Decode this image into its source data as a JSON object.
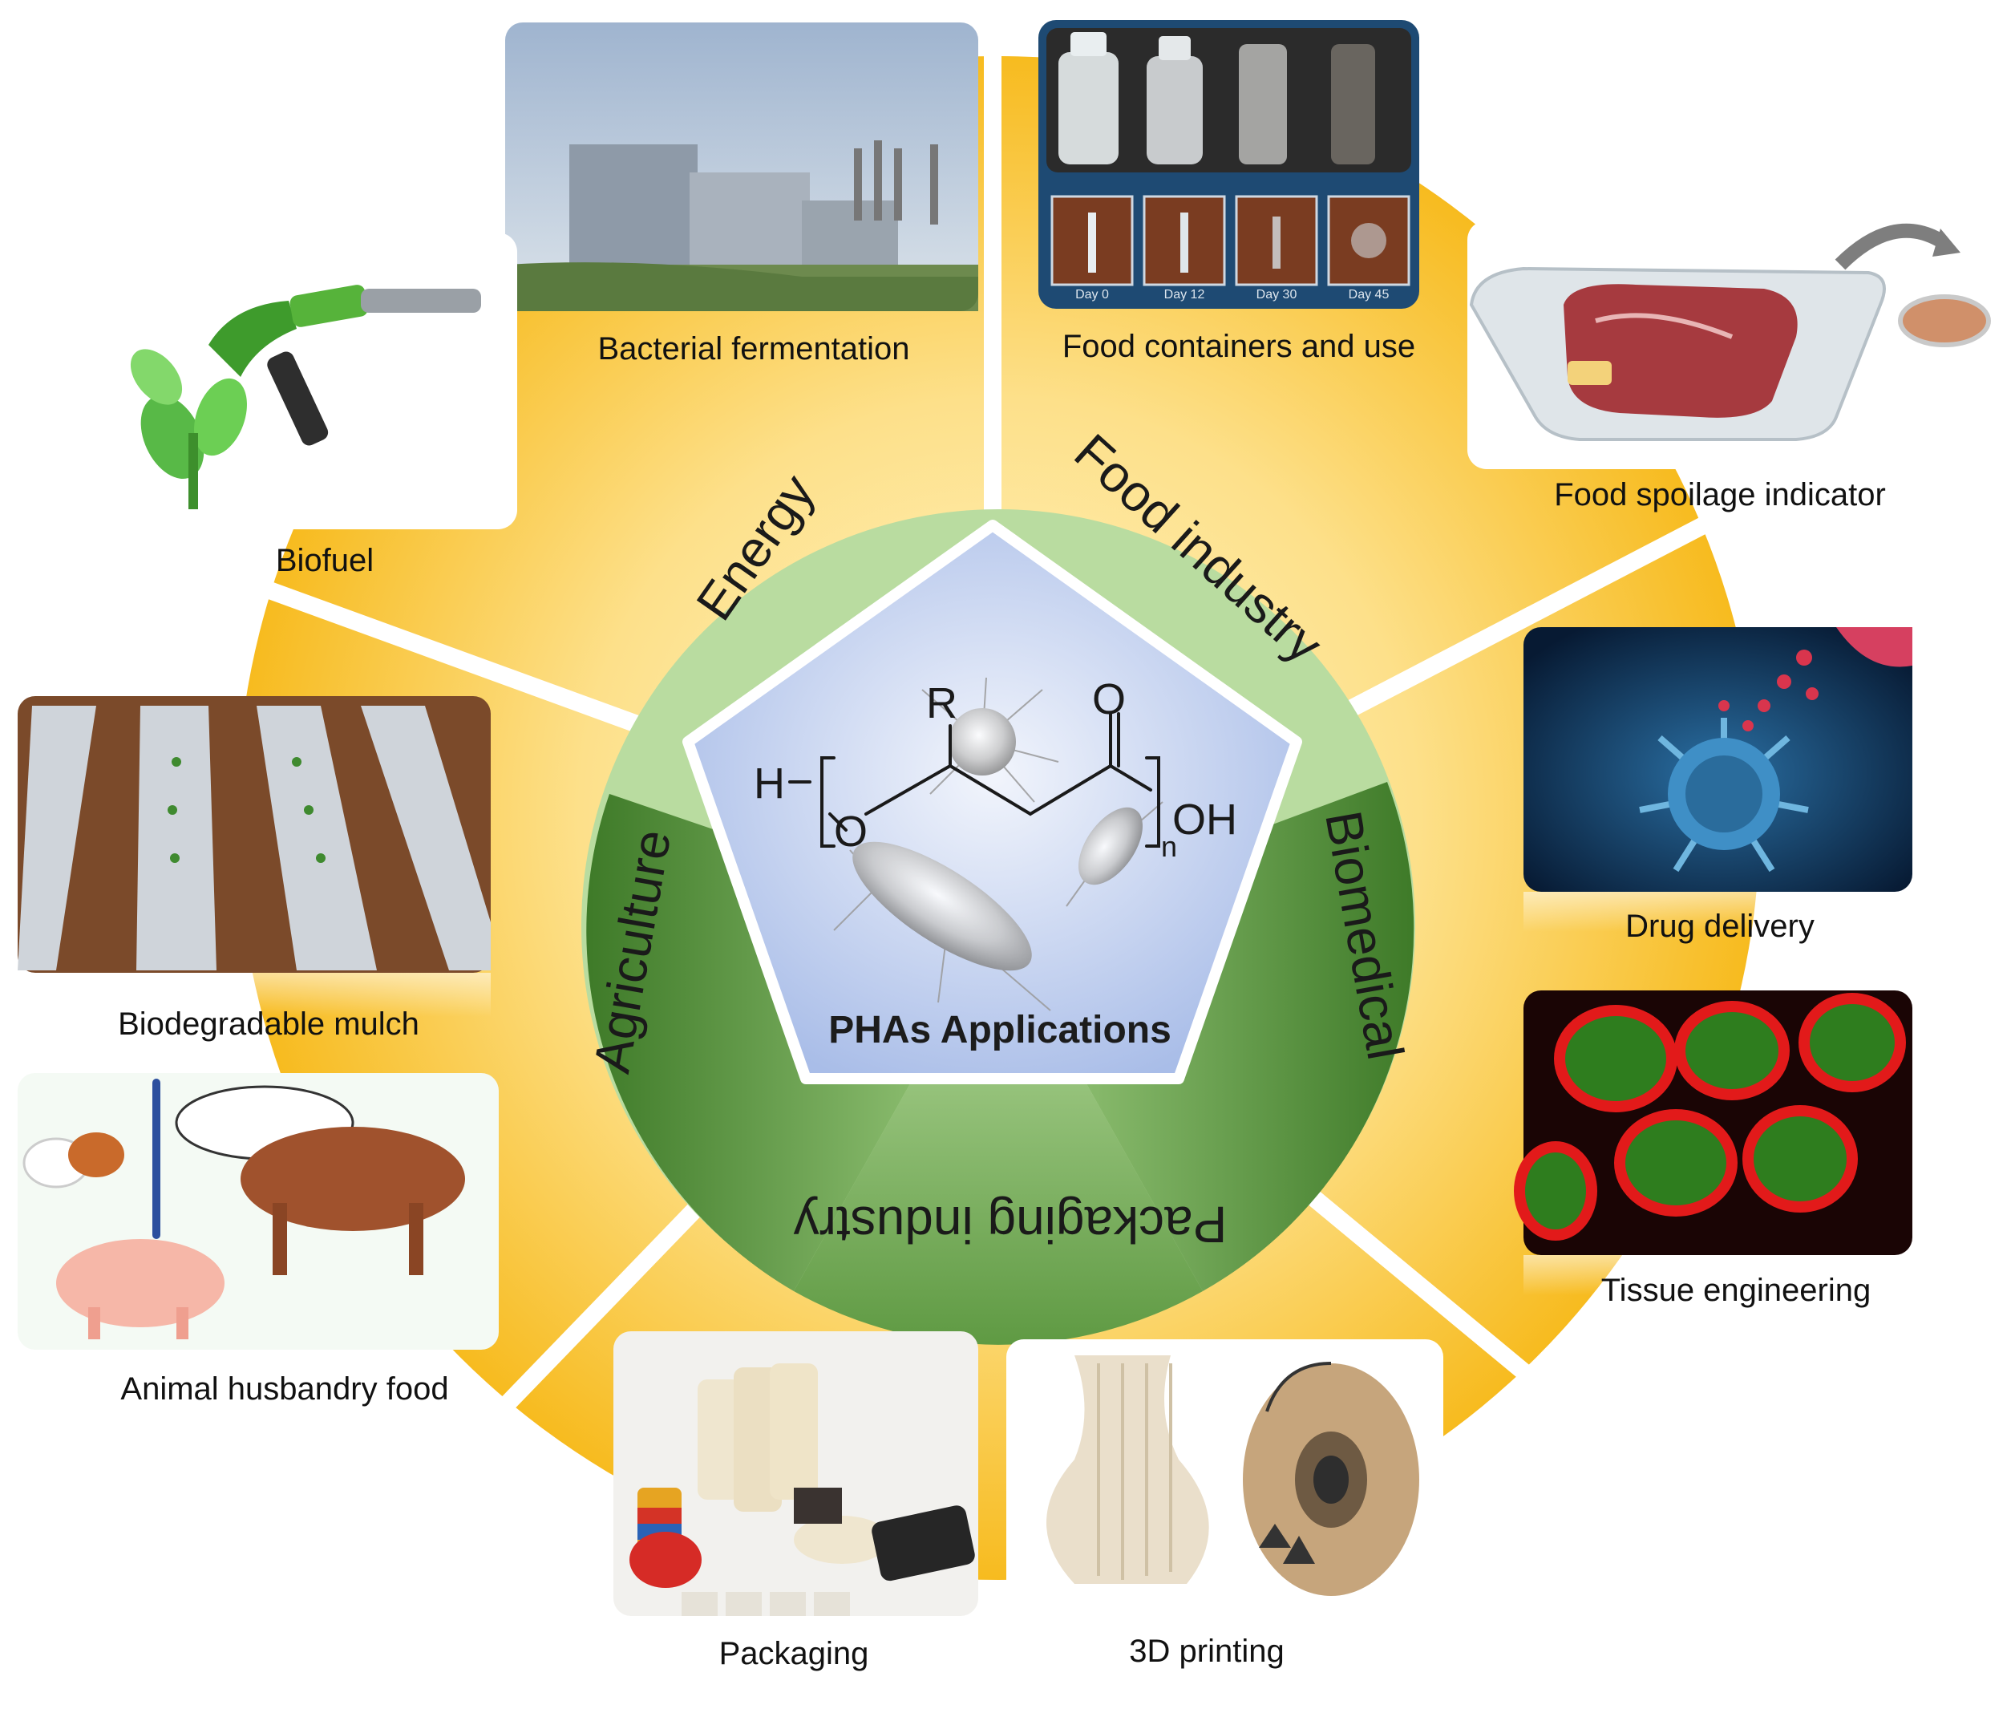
{
  "center": {
    "title": "PHAs Applications",
    "formula": {
      "r": "R",
      "o_carbonyl": "O",
      "h": "H",
      "o_ester": "O",
      "n": "n",
      "oh": "OH"
    }
  },
  "sectors": [
    {
      "id": "energy",
      "label": "Energy"
    },
    {
      "id": "food",
      "label": "Food industry"
    },
    {
      "id": "biomedical",
      "label": "Biomedical"
    },
    {
      "id": "packaging",
      "label": "Packaging industry"
    },
    {
      "id": "agriculture",
      "label": "Agriculture"
    }
  ],
  "applications": [
    {
      "id": "bacterial-fermentation",
      "label": "Bacterial fermentation",
      "icon": "factory-icon"
    },
    {
      "id": "food-containers",
      "label": "Food containers and use",
      "icon": "bottle-degradation-icon",
      "day_labels": [
        "Day 0",
        "Day 12",
        "Day 30",
        "Day 45"
      ]
    },
    {
      "id": "food-spoilage-indicator",
      "label": "Food spoilage indicator",
      "icon": "meat-tray-icon"
    },
    {
      "id": "biofuel",
      "label": "Biofuel",
      "icon": "fuel-nozzle-icon"
    },
    {
      "id": "drug-delivery",
      "label": "Drug delivery",
      "icon": "virus-particle-icon"
    },
    {
      "id": "tissue-engineering",
      "label": "Tissue engineering",
      "icon": "cell-tissue-icon"
    },
    {
      "id": "biodegradable-mulch",
      "label": "Biodegradable mulch",
      "icon": "mulch-field-icon"
    },
    {
      "id": "animal-husbandry-food",
      "label": "Animal husbandry food",
      "icon": "farm-animals-icon"
    },
    {
      "id": "packaging",
      "label": "Packaging",
      "icon": "plastic-products-icon"
    },
    {
      "id": "3d-printing",
      "label": "3D printing",
      "icon": "filament-spool-icon"
    }
  ],
  "colors": {
    "yellow": "#f9c53a",
    "light_green": "#b9dca0",
    "dark_green": "#4f8a33",
    "pentagon": "#b8c9ec"
  }
}
